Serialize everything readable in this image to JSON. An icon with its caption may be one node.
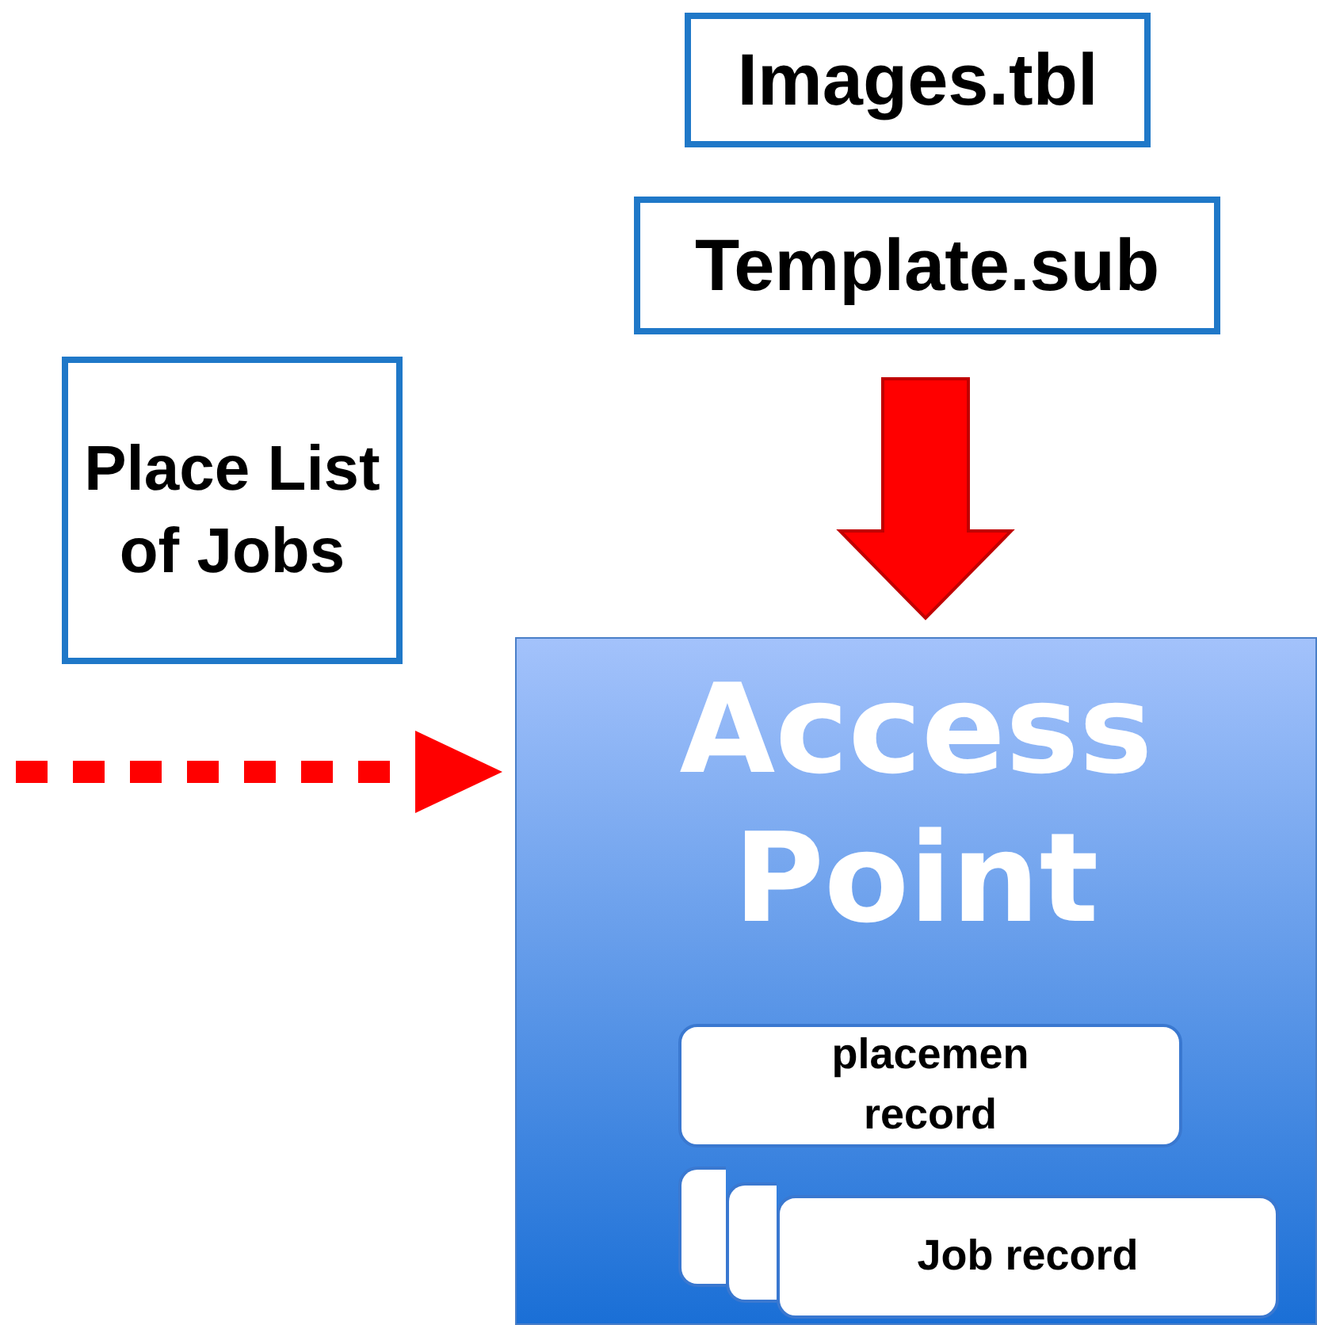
{
  "diagram": {
    "nodes": [
      {
        "text": [
          "Images.tbl"
        ]
      },
      {
        "text": [
          "Template.sub"
        ]
      },
      {
        "text": [
          "Place List of Jobs"
        ]
      },
      {
        "text": [
          "Access Point"
        ]
      },
      {
        "text": [
          "placemen record"
        ],
        "in": 3
      },
      {
        "text": [],
        "shape": "box",
        "in": 3
      },
      {
        "text": [],
        "shape": "box",
        "in": 3
      },
      {
        "text": [
          "Job record"
        ],
        "in": 3
      }
    ],
    "edges": [
      {
        "from": 1,
        "to": 3,
        "arrow": "to",
        "style": "thick",
        "color": "#ff0000"
      },
      {
        "from": null,
        "to": 3,
        "arrow": "to",
        "style": "dashed",
        "color": "#ff0000"
      }
    ]
  }
}
